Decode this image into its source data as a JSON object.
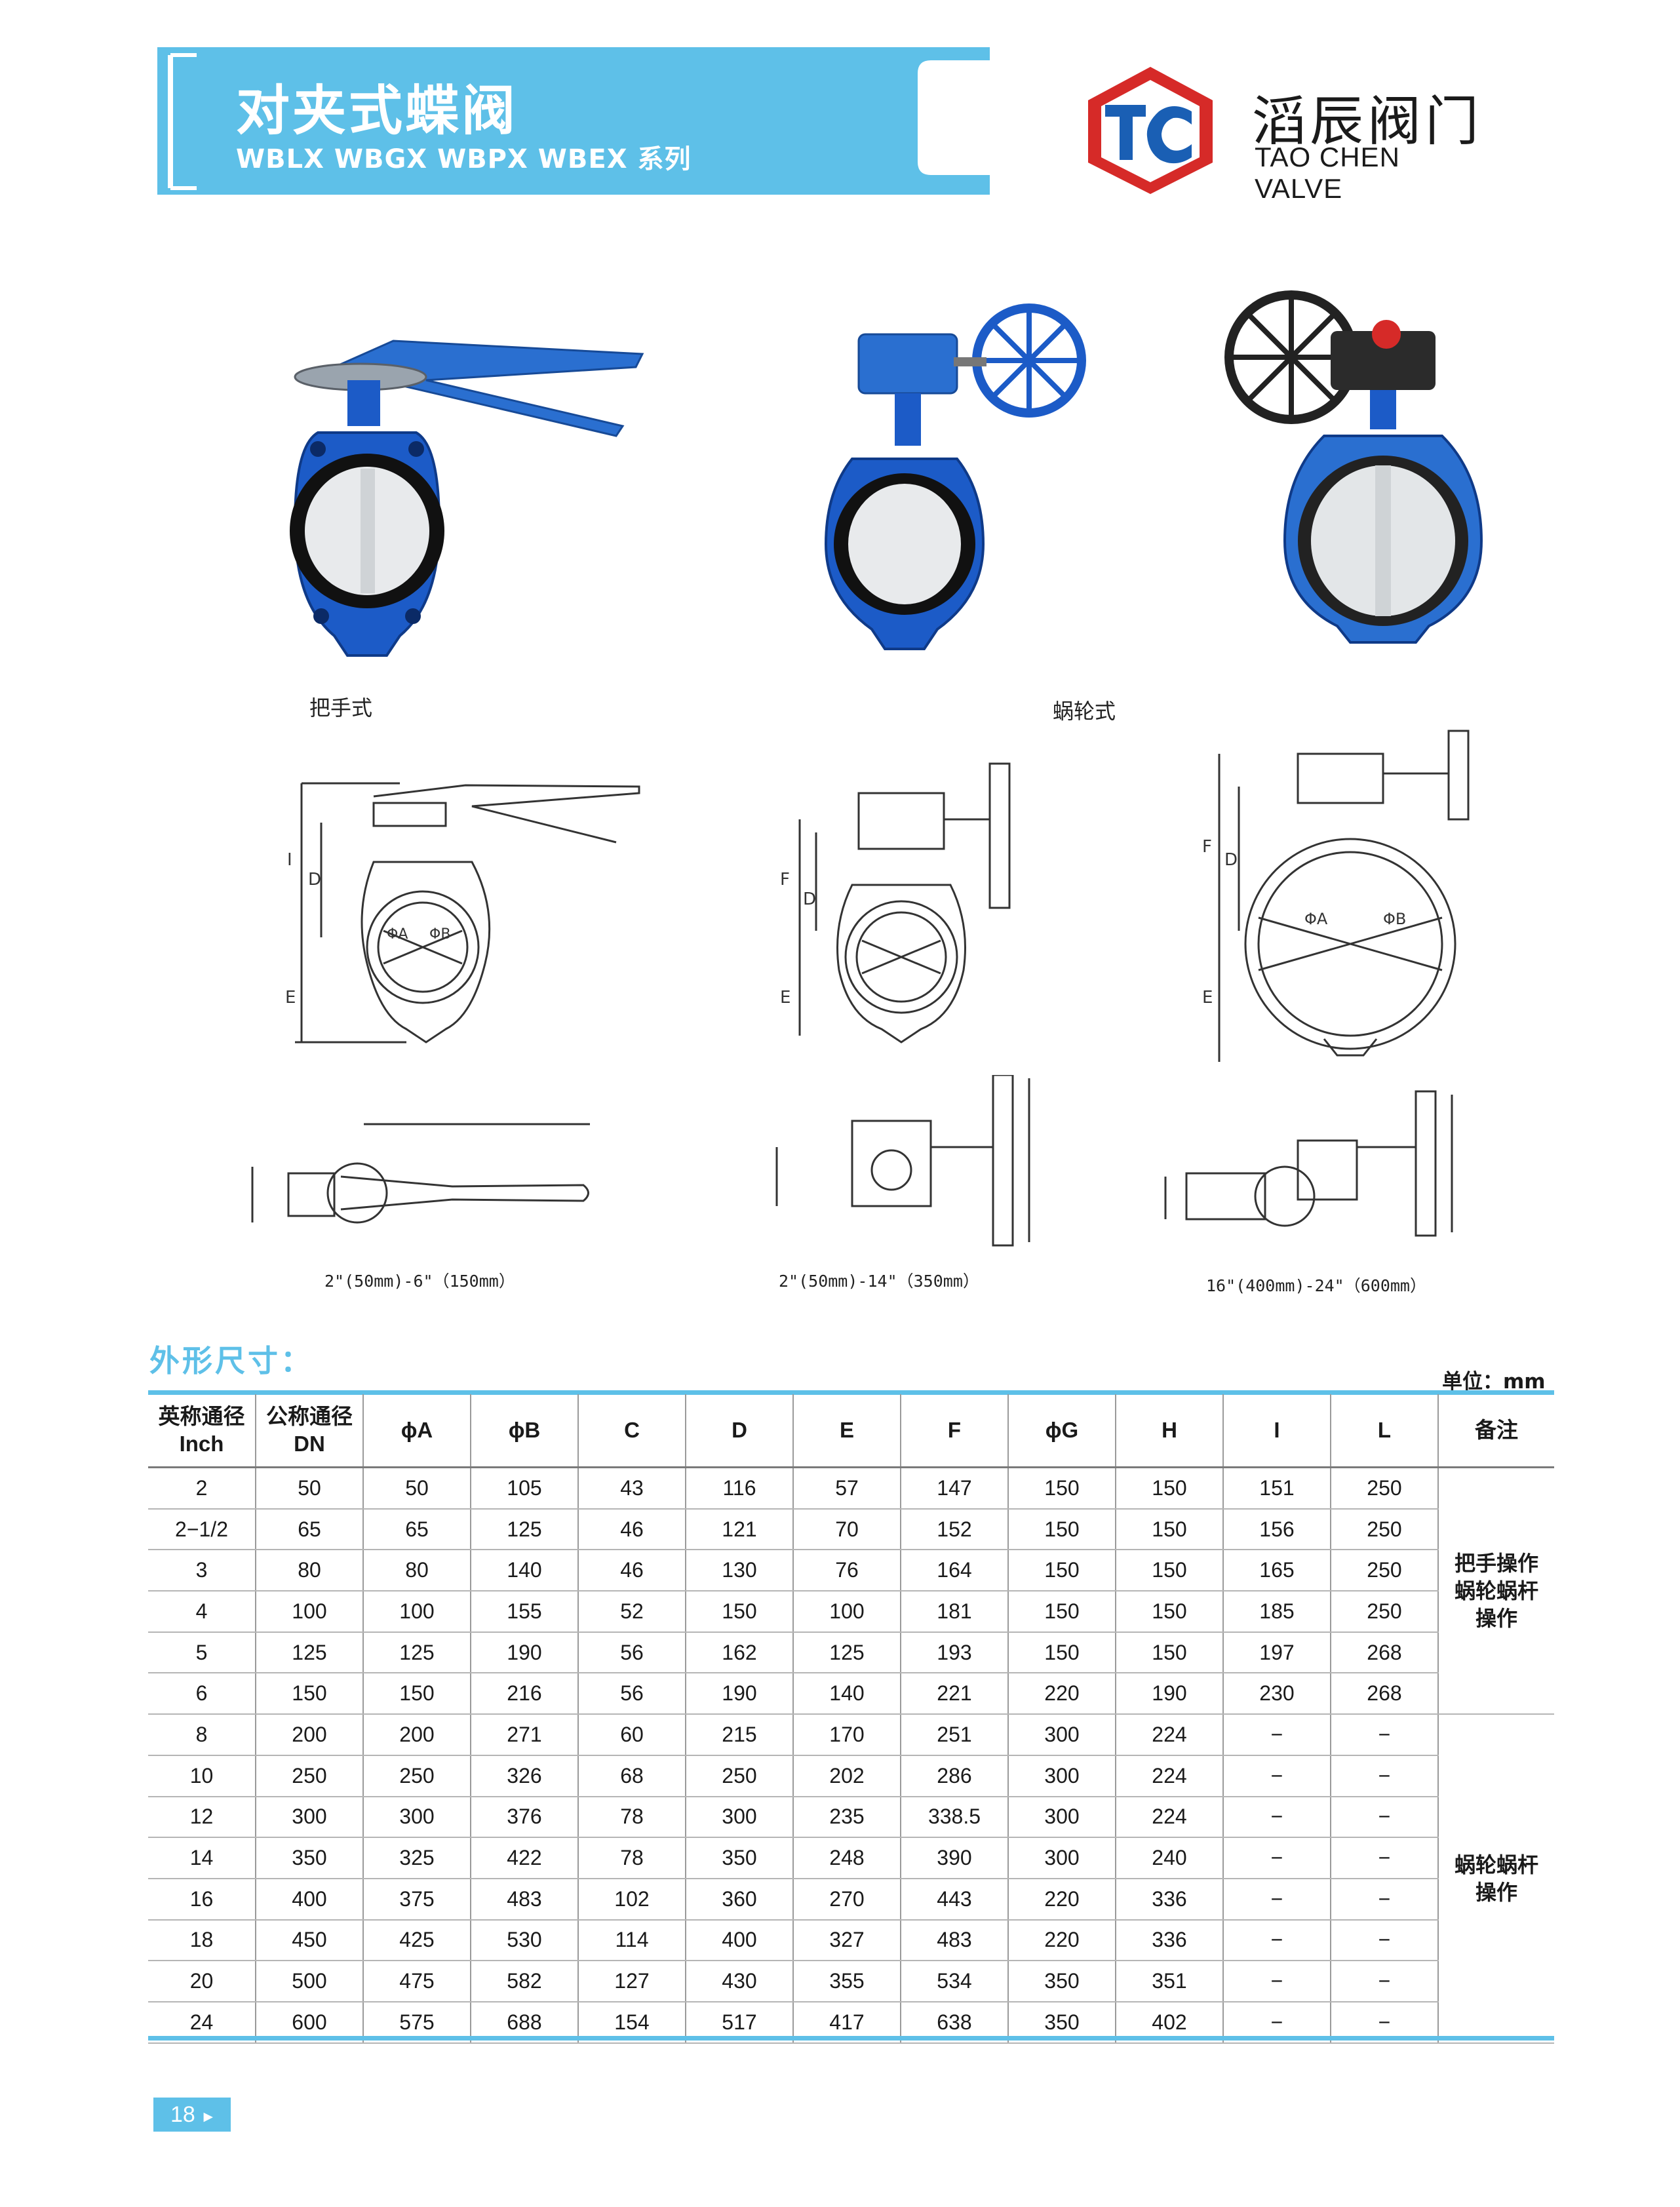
{
  "header": {
    "title": "对夹式蝶阀",
    "series": "WBLX WBGX WBPX WBEX 系列"
  },
  "brand": {
    "logo_text": "TC",
    "name_cn": "滔辰阀门",
    "name_en": "TAO CHEN VALVE"
  },
  "photos": {
    "caption_left": "把手式",
    "caption_right": "蜗轮式"
  },
  "drawings": {
    "captions": [
      "2\"(50mm)-6\"（150mm）",
      "2\"(50mm)-14\"（350mm）",
      "16\"(400mm)-24\"（600mm）"
    ],
    "labels": {
      "I": "I",
      "D": "D",
      "E": "E",
      "F": "F",
      "A": "ΦA",
      "B": "ΦB"
    }
  },
  "section": {
    "title": "外形尺寸：",
    "unit": "单位：mm"
  },
  "table": {
    "headers": [
      "英称通径\nInch",
      "公称通径\nDN",
      "ϕA",
      "ϕB",
      "C",
      "D",
      "E",
      "F",
      "ϕG",
      "H",
      "I",
      "L",
      "备注"
    ],
    "rows": [
      [
        "2",
        "50",
        "50",
        "105",
        "43",
        "116",
        "57",
        "147",
        "150",
        "150",
        "151",
        "250"
      ],
      [
        "2−1/2",
        "65",
        "65",
        "125",
        "46",
        "121",
        "70",
        "152",
        "150",
        "150",
        "156",
        "250"
      ],
      [
        "3",
        "80",
        "80",
        "140",
        "46",
        "130",
        "76",
        "164",
        "150",
        "150",
        "165",
        "250"
      ],
      [
        "4",
        "100",
        "100",
        "155",
        "52",
        "150",
        "100",
        "181",
        "150",
        "150",
        "185",
        "250"
      ],
      [
        "5",
        "125",
        "125",
        "190",
        "56",
        "162",
        "125",
        "193",
        "150",
        "150",
        "197",
        "268"
      ],
      [
        "6",
        "150",
        "150",
        "216",
        "56",
        "190",
        "140",
        "221",
        "220",
        "190",
        "230",
        "268"
      ],
      [
        "8",
        "200",
        "200",
        "271",
        "60",
        "215",
        "170",
        "251",
        "300",
        "224",
        "−",
        "−"
      ],
      [
        "10",
        "250",
        "250",
        "326",
        "68",
        "250",
        "202",
        "286",
        "300",
        "224",
        "−",
        "−"
      ],
      [
        "12",
        "300",
        "300",
        "376",
        "78",
        "300",
        "235",
        "338.5",
        "300",
        "224",
        "−",
        "−"
      ],
      [
        "14",
        "350",
        "325",
        "422",
        "78",
        "350",
        "248",
        "390",
        "300",
        "240",
        "−",
        "−"
      ],
      [
        "16",
        "400",
        "375",
        "483",
        "102",
        "360",
        "270",
        "443",
        "220",
        "336",
        "−",
        "−"
      ],
      [
        "18",
        "450",
        "425",
        "530",
        "114",
        "400",
        "327",
        "483",
        "220",
        "336",
        "−",
        "−"
      ],
      [
        "20",
        "500",
        "475",
        "582",
        "127",
        "430",
        "355",
        "534",
        "350",
        "351",
        "−",
        "−"
      ],
      [
        "24",
        "600",
        "575",
        "688",
        "154",
        "517",
        "417",
        "638",
        "350",
        "402",
        "−",
        "−"
      ]
    ],
    "notes": [
      {
        "text": "把手操作\n蜗轮蜗杆\n操作",
        "rows": 6
      },
      {
        "text": "蜗轮蜗杆\n操作",
        "rows": 8
      }
    ]
  },
  "page_number": "18",
  "colors": {
    "banner": "#5ec0e8",
    "logo_red": "#d62a28",
    "logo_blue": "#1a5fb4",
    "valve_blue": "#1c5bc7",
    "rule": "#5ec0e8"
  }
}
